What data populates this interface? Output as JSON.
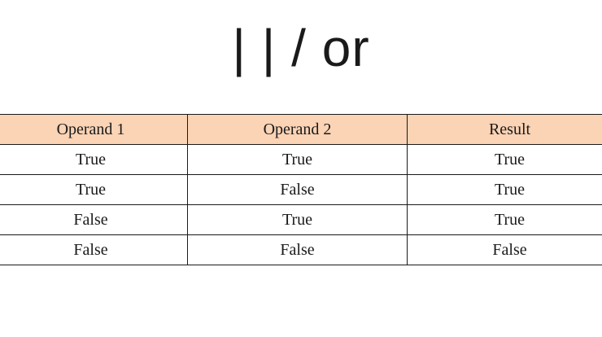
{
  "title": "| | / or",
  "table": {
    "header_color": "#fbd3b5",
    "headers": [
      "Operand 1",
      "Operand 2",
      "Result"
    ],
    "rows": [
      [
        "True",
        "True",
        "True"
      ],
      [
        "True",
        "False",
        "True"
      ],
      [
        "False",
        "True",
        "True"
      ],
      [
        "False",
        "False",
        "False"
      ]
    ]
  }
}
